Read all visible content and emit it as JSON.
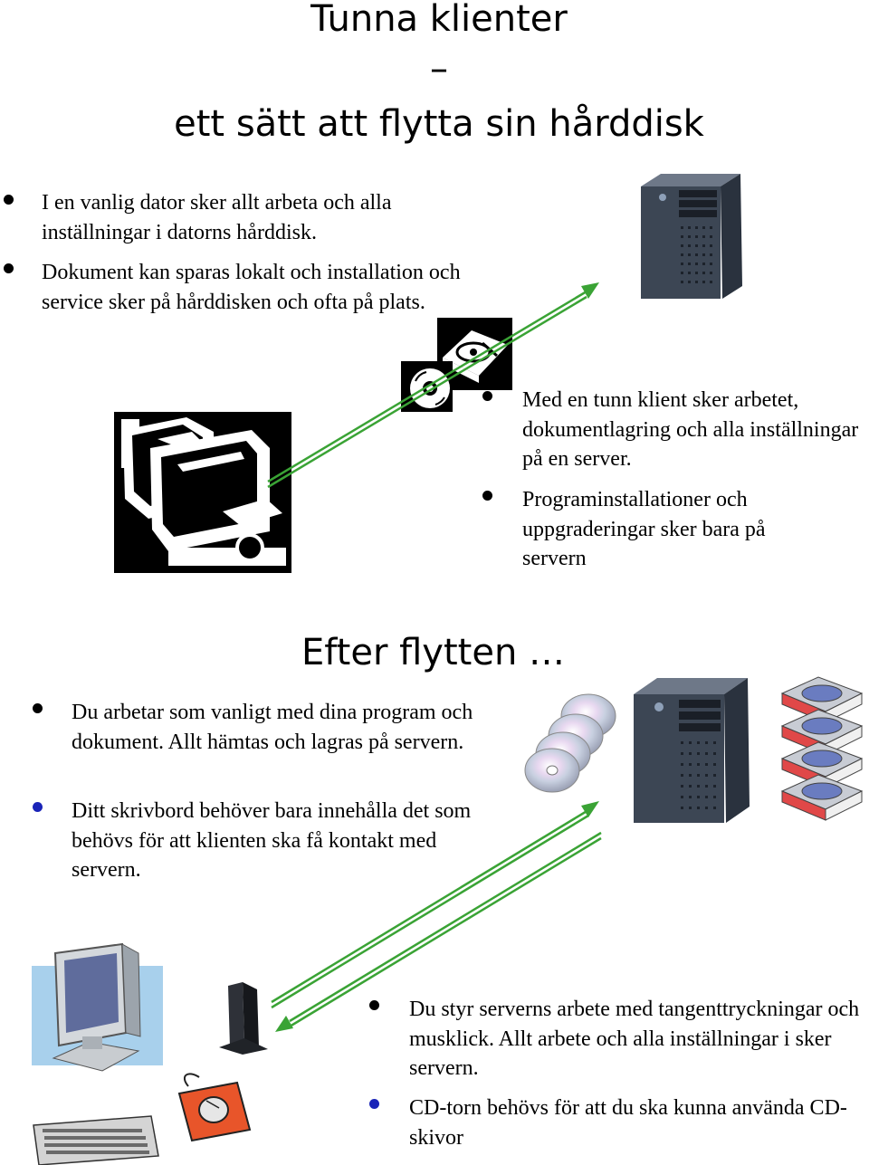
{
  "top": {
    "title_line1": "Tunna klienter",
    "title_line2": "–",
    "title_line3": "ett sätt att flytta sin hårddisk",
    "bullets": [
      "I en vanlig dator sker allt arbeta och alla inställningar i datorns hårddisk.",
      "Dokument kan sparas lokalt och installation och service sker på hårddisken och ofta på plats."
    ],
    "right_bullets": [
      "Med en tunn klient sker arbetet, dokumentlagring och alla inställningar på en server.",
      "Programinstallationer och uppgraderingar sker bara på servern"
    ]
  },
  "bottom": {
    "heading": "Efter flytten …",
    "bullets": [
      "Du arbetar som vanligt med dina program och dokument. Allt hämtas och lagras på servern.",
      "Ditt skrivbord behöver bara innehålla det som behövs för att klienten ska få kontakt med servern."
    ],
    "right_bullets": [
      "Du styr serverns arbete med tangenttryckningar och musklick. Allt arbete och alla inställningar i sker servern.",
      "CD-torn behövs för att du ska kunna använda CD-skivor"
    ]
  },
  "colors": {
    "arrow": "#3aa335",
    "bullet_blue": "#1a24b8",
    "server": "#3c4654"
  }
}
